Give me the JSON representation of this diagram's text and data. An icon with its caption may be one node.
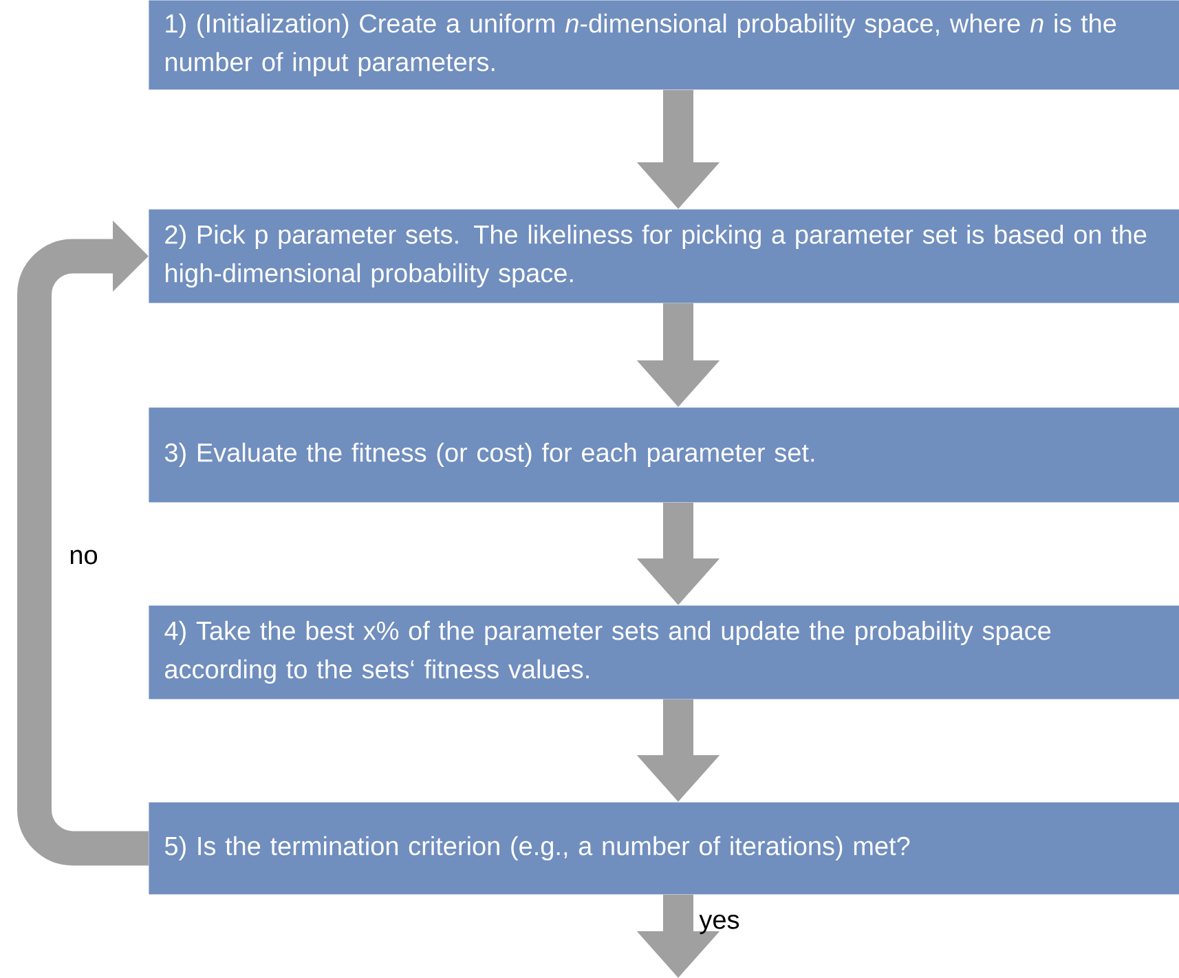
{
  "diagram": {
    "nodes": [
      {
        "text": [
          "1) (Initialization) Create a uniform *n*-dimensional probability space, where *n* is the number of input parameters."
        ]
      },
      {
        "text": [
          "2) Pick p parameter sets. The likeliness for picking a parameter set is based on the high-dimensional probability space."
        ]
      },
      {
        "text": [
          "3) Evaluate the fitness (or cost) for each parameter set."
        ]
      },
      {
        "text": [
          "4) Take the best x% of the parameter sets and update the probability space according to the sets‘ fitness values."
        ]
      },
      {
        "text": [
          "5) Is the termination criterion (e.g., a number of iterations) met?"
        ]
      }
    ],
    "edges": [
      {
        "from": 0,
        "to": 1,
        "arrow": "to"
      },
      {
        "from": 1,
        "to": 2,
        "arrow": "to"
      },
      {
        "from": 2,
        "to": 3,
        "arrow": "to"
      },
      {
        "from": 3,
        "to": 4,
        "arrow": "to"
      },
      {
        "from": 4,
        "to": 1,
        "arrow": "to",
        "label": "no"
      },
      {
        "from": 4,
        "to": null,
        "arrow": "to",
        "label": "yes"
      }
    ]
  }
}
